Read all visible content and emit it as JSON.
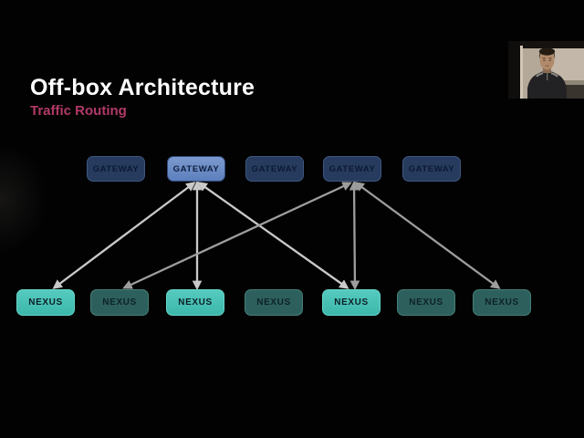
{
  "slide": {
    "title": "Off-box Architecture",
    "subtitle": "Traffic Routing",
    "background_color": "#020202",
    "title_color": "#ffffff",
    "subtitle_color": "#b23a68"
  },
  "diagram": {
    "gateways": [
      {
        "label": "GATEWAY",
        "highlighted": false
      },
      {
        "label": "GATEWAY",
        "highlighted": true
      },
      {
        "label": "GATEWAY",
        "highlighted": false
      },
      {
        "label": "GATEWAY",
        "highlighted": false
      },
      {
        "label": "GATEWAY",
        "highlighted": false
      }
    ],
    "nexuses": [
      {
        "label": "NEXUS",
        "bright": true
      },
      {
        "label": "NEXUS",
        "bright": false
      },
      {
        "label": "NEXUS",
        "bright": true
      },
      {
        "label": "NEXUS",
        "bright": false
      },
      {
        "label": "NEXUS",
        "bright": true
      },
      {
        "label": "NEXUS",
        "bright": false
      },
      {
        "label": "NEXUS",
        "bright": false
      }
    ],
    "connections": [
      {
        "from": "gateway-2",
        "to": "nexus-1",
        "color": "#c9c9c9",
        "bidirectional": true
      },
      {
        "from": "gateway-2",
        "to": "nexus-3",
        "color": "#c9c9c9",
        "bidirectional": true
      },
      {
        "from": "gateway-2",
        "to": "nexus-5",
        "color": "#c9c9c9",
        "bidirectional": true
      },
      {
        "from": "gateway-4",
        "to": "nexus-2",
        "color": "#9d9d9d",
        "bidirectional": true
      },
      {
        "from": "gateway-4",
        "to": "nexus-5",
        "color": "#9d9d9d",
        "bidirectional": true
      },
      {
        "from": "gateway-4",
        "to": "nexus-7",
        "color": "#9d9d9d",
        "bidirectional": true
      }
    ],
    "colors": {
      "gateway_fill": "#263b5e",
      "gateway_border": "#3e5680",
      "gateway_highlight_fill": "#6687c3",
      "gateway_text": "#0c1a33",
      "nexus_bright_fill": "#44c1b4",
      "nexus_dark_fill": "#2d605c",
      "nexus_text": "#0d2028"
    }
  },
  "webcam": {
    "colors": {
      "wall": "#b4a899",
      "door": "#100e0c",
      "jacket": "#222124",
      "skin": "#b18a6b",
      "hair": "#241c13"
    }
  }
}
